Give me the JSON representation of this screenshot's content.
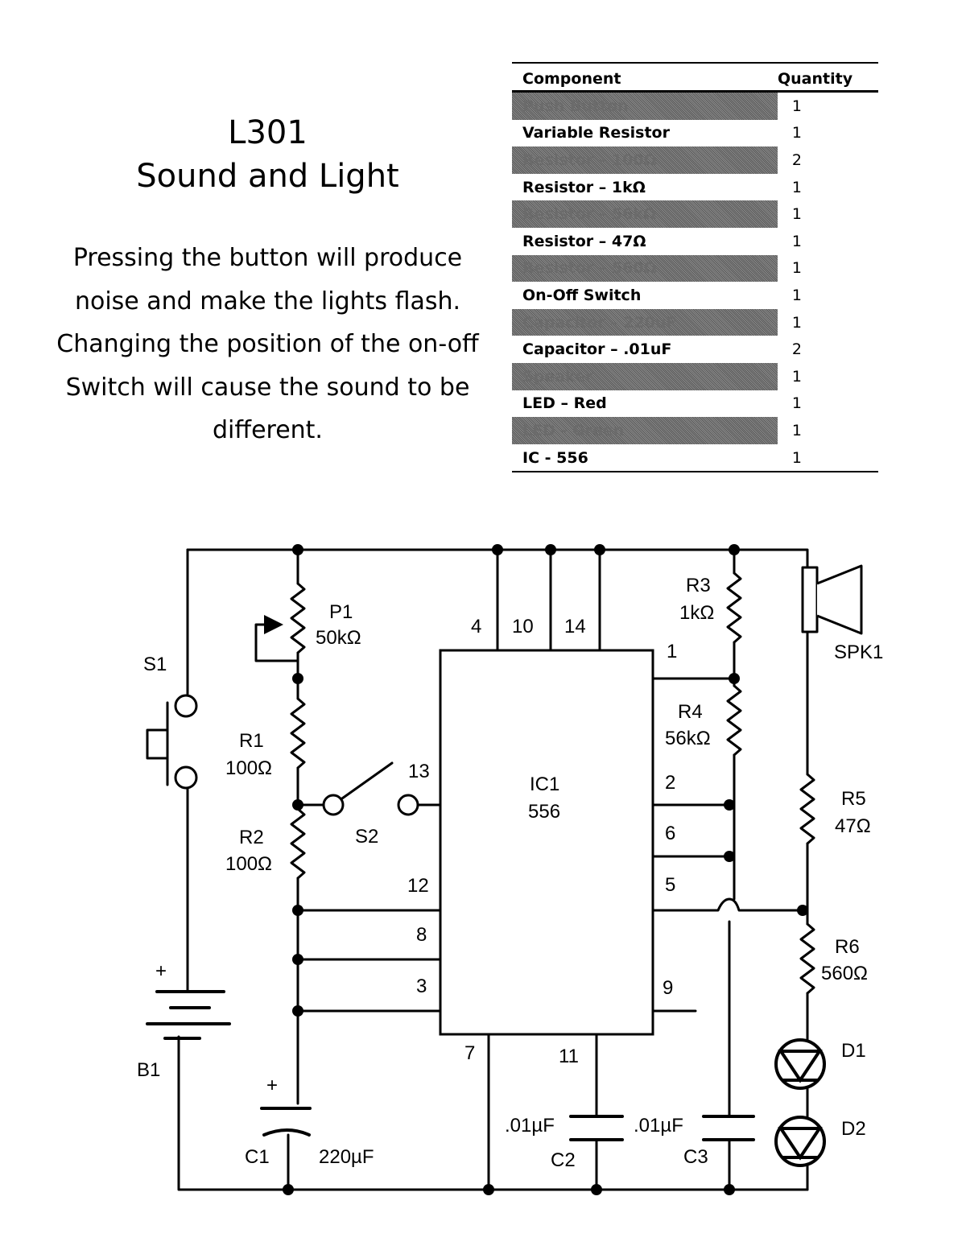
{
  "title": {
    "line1": "L301",
    "line2": "Sound and Light"
  },
  "description": "Pressing the button will produce noise and make the lights flash. Changing the position of the on-off Switch will cause the sound to be different.",
  "bom": {
    "headers": {
      "component": "Component",
      "quantity": "Quantity"
    },
    "rows": [
      {
        "component": "Push Button",
        "quantity": "1",
        "shaded": true
      },
      {
        "component": "Variable Resistor",
        "quantity": "1",
        "shaded": false
      },
      {
        "component": "Resistor – 100Ω",
        "quantity": "2",
        "shaded": true
      },
      {
        "component": "Resistor – 1kΩ",
        "quantity": "1",
        "shaded": false
      },
      {
        "component": "Resistor – 56kΩ",
        "quantity": "1",
        "shaded": true
      },
      {
        "component": "Resistor – 47Ω",
        "quantity": "1",
        "shaded": false
      },
      {
        "component": "Resistor – 560Ω",
        "quantity": "1",
        "shaded": true
      },
      {
        "component": "On-Off Switch",
        "quantity": "1",
        "shaded": false
      },
      {
        "component": "Capacitor – 220uF",
        "quantity": "1",
        "shaded": true
      },
      {
        "component": "Capacitor –  .01uF",
        "quantity": "2",
        "shaded": false
      },
      {
        "component": "Speaker",
        "quantity": "1",
        "shaded": true
      },
      {
        "component": "LED – Red",
        "quantity": "1",
        "shaded": false
      },
      {
        "component": "LED - Green",
        "quantity": "1",
        "shaded": true
      },
      {
        "component": "IC - 556",
        "quantity": "1",
        "shaded": false
      }
    ]
  },
  "schematic": {
    "labels": {
      "s1": "S1",
      "p1": "P1",
      "p1_value": "50kΩ",
      "r1": "R1",
      "r1_value": "100Ω",
      "r2": "R2",
      "r2_value": "100Ω",
      "s2": "S2",
      "b1": "B1",
      "c1": "C1",
      "c1_value": "220µF",
      "ic1": "IC1",
      "ic1_value": "556",
      "r3": "R3",
      "r3_value": "1kΩ",
      "r4": "R4",
      "r4_value": "56kΩ",
      "r5": "R5",
      "r5_value": "47Ω",
      "r6": "R6",
      "r6_value": "560Ω",
      "spk1": "SPK1",
      "d1": "D1",
      "d2": "D2",
      "c2": "C2",
      "c2_value": ".01µF",
      "c3": "C3",
      "c3_value": ".01µF",
      "plus_b1": "+",
      "plus_c1": "+"
    },
    "pins": {
      "p4": "4",
      "p10": "10",
      "p14": "14",
      "p1": "1",
      "p13": "13",
      "p2": "2",
      "p6": "6",
      "p5": "5",
      "p12": "12",
      "p8": "8",
      "p3": "3",
      "p9": "9",
      "p7": "7",
      "p11": "11"
    }
  }
}
